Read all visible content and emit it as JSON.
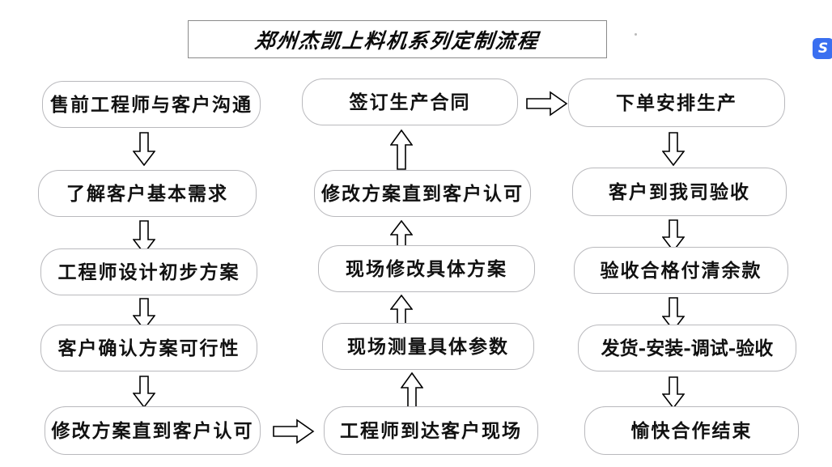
{
  "title": {
    "text": "郑州杰凯上料机系列定制流程"
  },
  "badge": {
    "glyph": "S",
    "name": "app-logo-badge",
    "color": "#3a6ff0"
  },
  "columns": {
    "left": {
      "name": "left-column",
      "direction": "downward",
      "nodes": [
        {
          "id": "l1",
          "label": "售前工程师与客户沟通"
        },
        {
          "id": "l2",
          "label": "了解客户基本需求"
        },
        {
          "id": "l3",
          "label": "工程师设计初步方案"
        },
        {
          "id": "l4",
          "label": "客户确认方案可行性"
        },
        {
          "id": "l5",
          "label": "修改方案直到客户认可"
        }
      ]
    },
    "middle": {
      "name": "middle-column",
      "direction": "upward",
      "nodes": [
        {
          "id": "m1",
          "label": "签订生产合同"
        },
        {
          "id": "m2",
          "label": "修改方案直到客户认可"
        },
        {
          "id": "m3",
          "label": "现场修改具体方案"
        },
        {
          "id": "m4",
          "label": "现场测量具体参数"
        },
        {
          "id": "m5",
          "label": "工程师到达客户现场"
        }
      ]
    },
    "right": {
      "name": "right-column",
      "direction": "downward",
      "nodes": [
        {
          "id": "r1",
          "label": "下单安排生产"
        },
        {
          "id": "r2",
          "label": "客户到我司验收"
        },
        {
          "id": "r3",
          "label": "验收合格付清余款"
        },
        {
          "id": "r4",
          "label": "发货-安装-调试-验收"
        },
        {
          "id": "r5",
          "label": "愉快合作结束"
        }
      ]
    }
  },
  "connectors": [
    {
      "id": "c-l1-l2",
      "type": "arrow-down",
      "from": "l1",
      "to": "l2"
    },
    {
      "id": "c-l2-l3",
      "type": "arrow-down",
      "from": "l2",
      "to": "l3"
    },
    {
      "id": "c-l3-l4",
      "type": "arrow-down",
      "from": "l3",
      "to": "l4"
    },
    {
      "id": "c-l4-l5",
      "type": "arrow-down",
      "from": "l4",
      "to": "l5"
    },
    {
      "id": "c-l5-m5",
      "type": "arrow-right",
      "from": "l5",
      "to": "m5"
    },
    {
      "id": "c-m5-m4",
      "type": "arrow-up",
      "from": "m5",
      "to": "m4"
    },
    {
      "id": "c-m4-m3",
      "type": "arrow-up",
      "from": "m4",
      "to": "m3"
    },
    {
      "id": "c-m3-m2",
      "type": "arrow-up",
      "from": "m3",
      "to": "m2"
    },
    {
      "id": "c-m2-m1",
      "type": "arrow-up",
      "from": "m2",
      "to": "m1"
    },
    {
      "id": "c-m1-r1",
      "type": "arrow-right",
      "from": "m1",
      "to": "r1"
    },
    {
      "id": "c-r1-r2",
      "type": "arrow-down",
      "from": "r1",
      "to": "r2"
    },
    {
      "id": "c-r2-r3",
      "type": "arrow-down",
      "from": "r2",
      "to": "r3"
    },
    {
      "id": "c-r3-r4",
      "type": "arrow-down",
      "from": "r3",
      "to": "r4"
    },
    {
      "id": "c-r4-r5",
      "type": "arrow-down",
      "from": "r4",
      "to": "r5"
    }
  ],
  "style": {
    "box_border": "#b9b9bd",
    "text_color": "#111111",
    "arrow_stroke": "#000000",
    "background": "#ffffff"
  }
}
